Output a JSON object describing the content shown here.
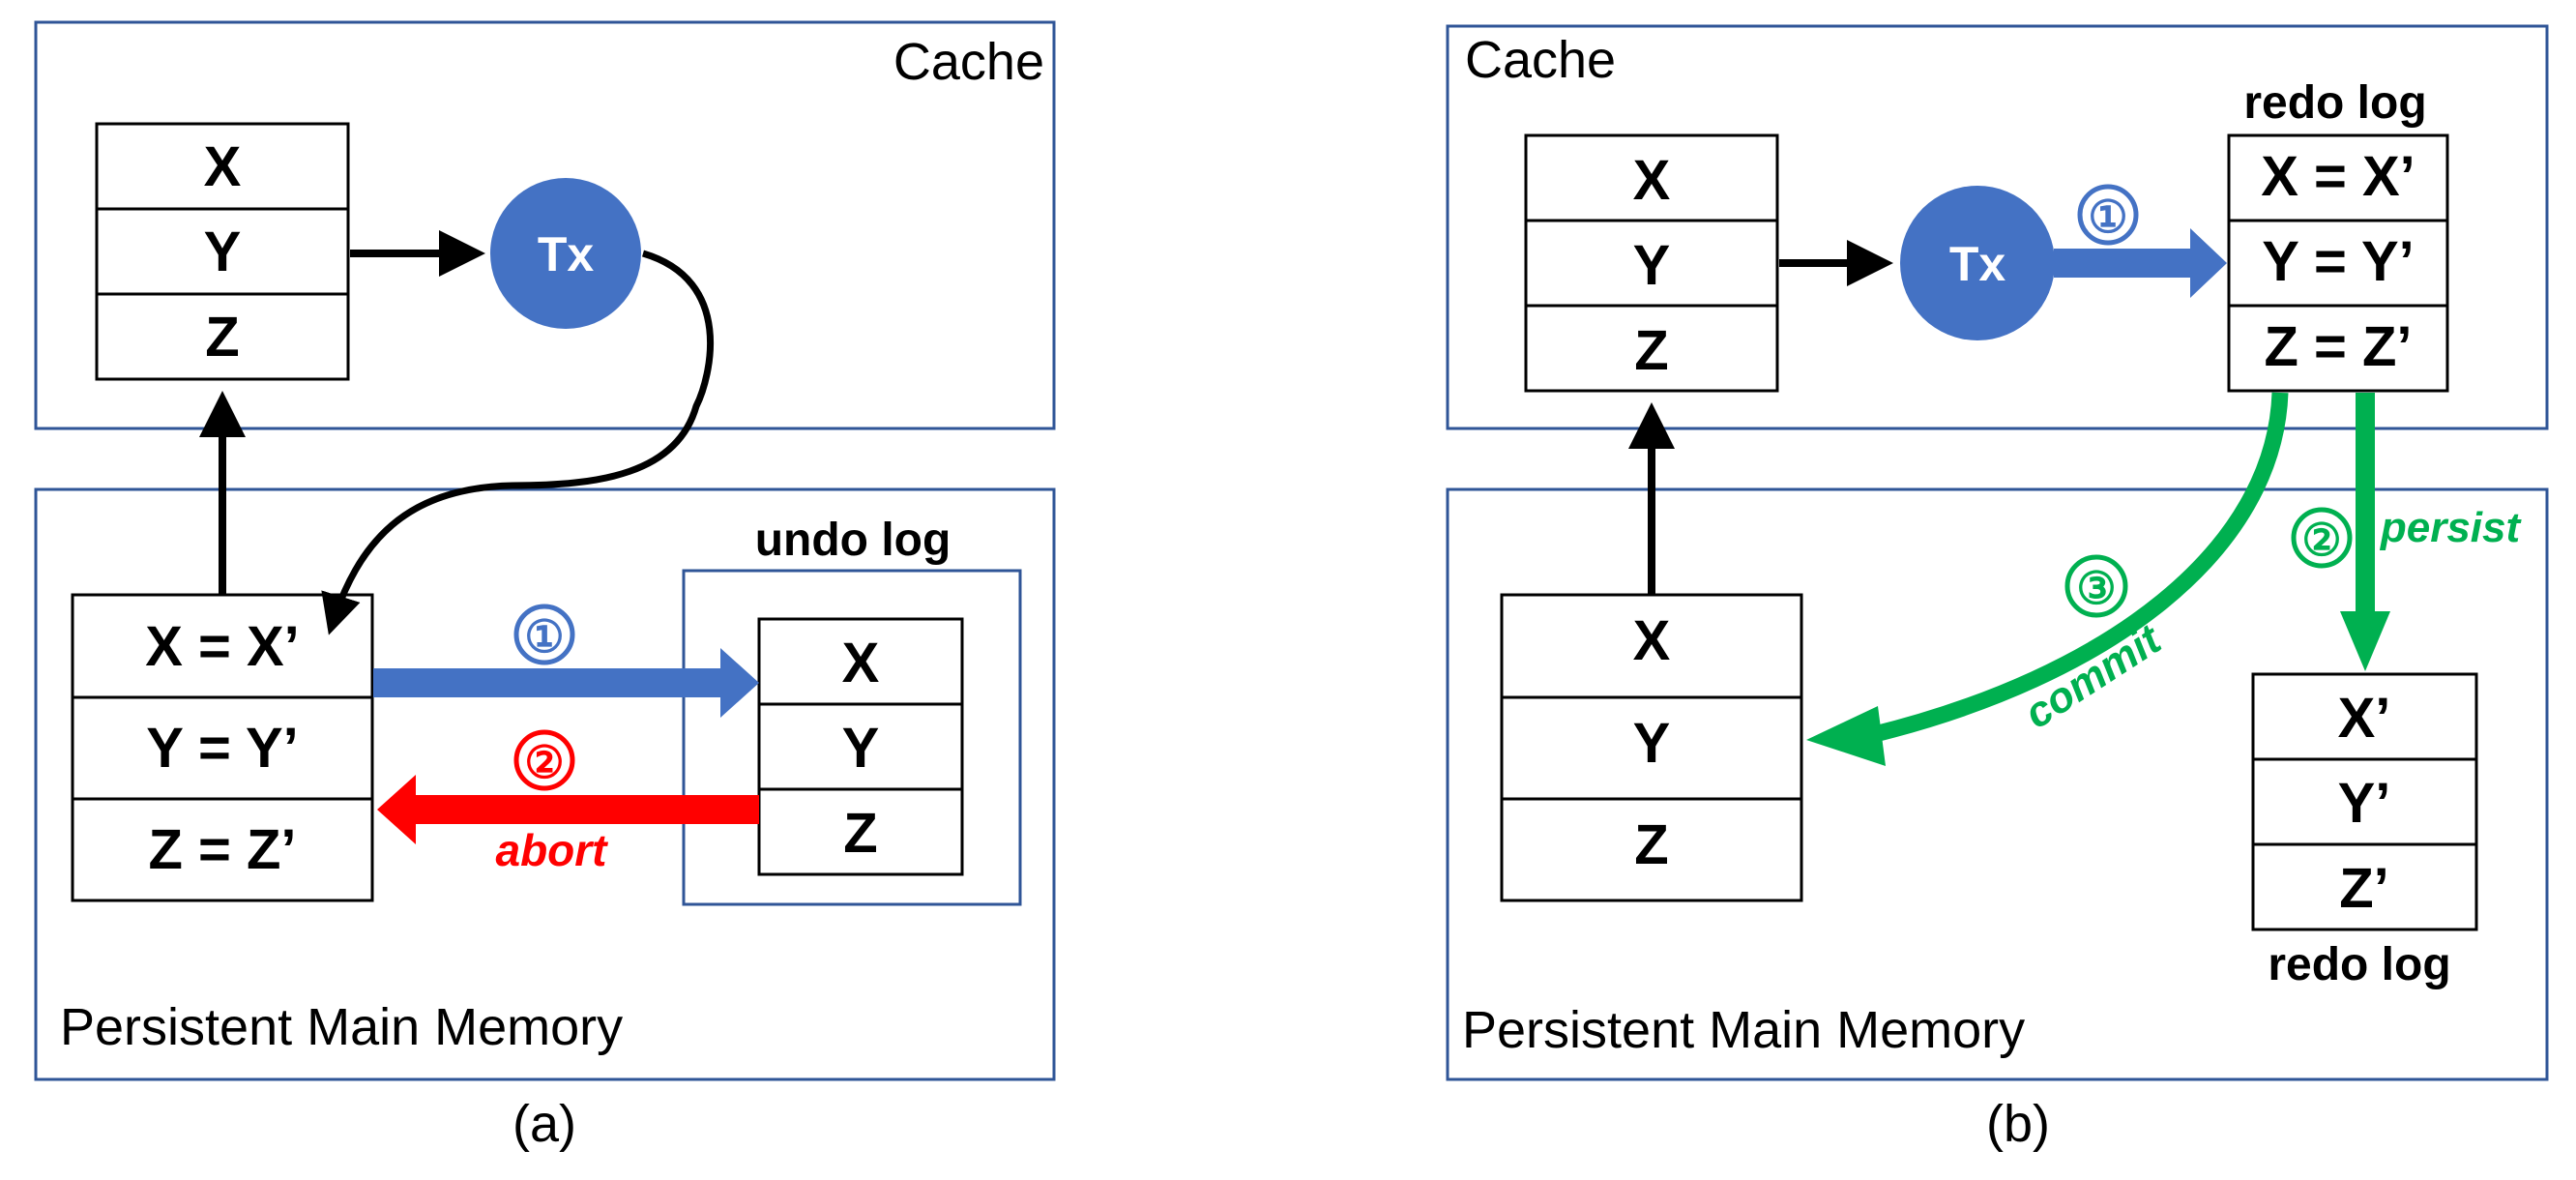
{
  "panel_a": {
    "cache_label": "Cache",
    "memory_label": "Persistent Main Memory",
    "caption": "(a)",
    "cache_cells": [
      "X",
      "Y",
      "Z"
    ],
    "tx_label": "Tx",
    "memory_cells": [
      "X = X’",
      "Y = Y’",
      "Z = Z’"
    ],
    "undo_log_title": "undo log",
    "undo_cells": [
      "X",
      "Y",
      "Z"
    ],
    "step1": "①",
    "step2": "②",
    "abort_label": "abort"
  },
  "panel_b": {
    "cache_label": "Cache",
    "memory_label": "Persistent Main Memory",
    "caption": "(b)",
    "cache_cells": [
      "X",
      "Y",
      "Z"
    ],
    "tx_label": "Tx",
    "redo_log_title_top": "redo log",
    "redo_cells_cache": [
      "X = X’",
      "Y = Y’",
      "Z = Z’"
    ],
    "memory_cells": [
      "X",
      "Y",
      "Z"
    ],
    "redo_cells_memory": [
      "X’",
      "Y’",
      "Z’"
    ],
    "redo_log_title_bottom": "redo log",
    "step1": "①",
    "step2": "②",
    "step3": "③",
    "persist_label": "persist",
    "commit_label": "commit"
  },
  "colors": {
    "frame": "#2f5597",
    "tx_fill": "#4472c4",
    "blue_arrow": "#4472c4",
    "red_arrow": "#ff0000",
    "green_arrow": "#00b050"
  }
}
